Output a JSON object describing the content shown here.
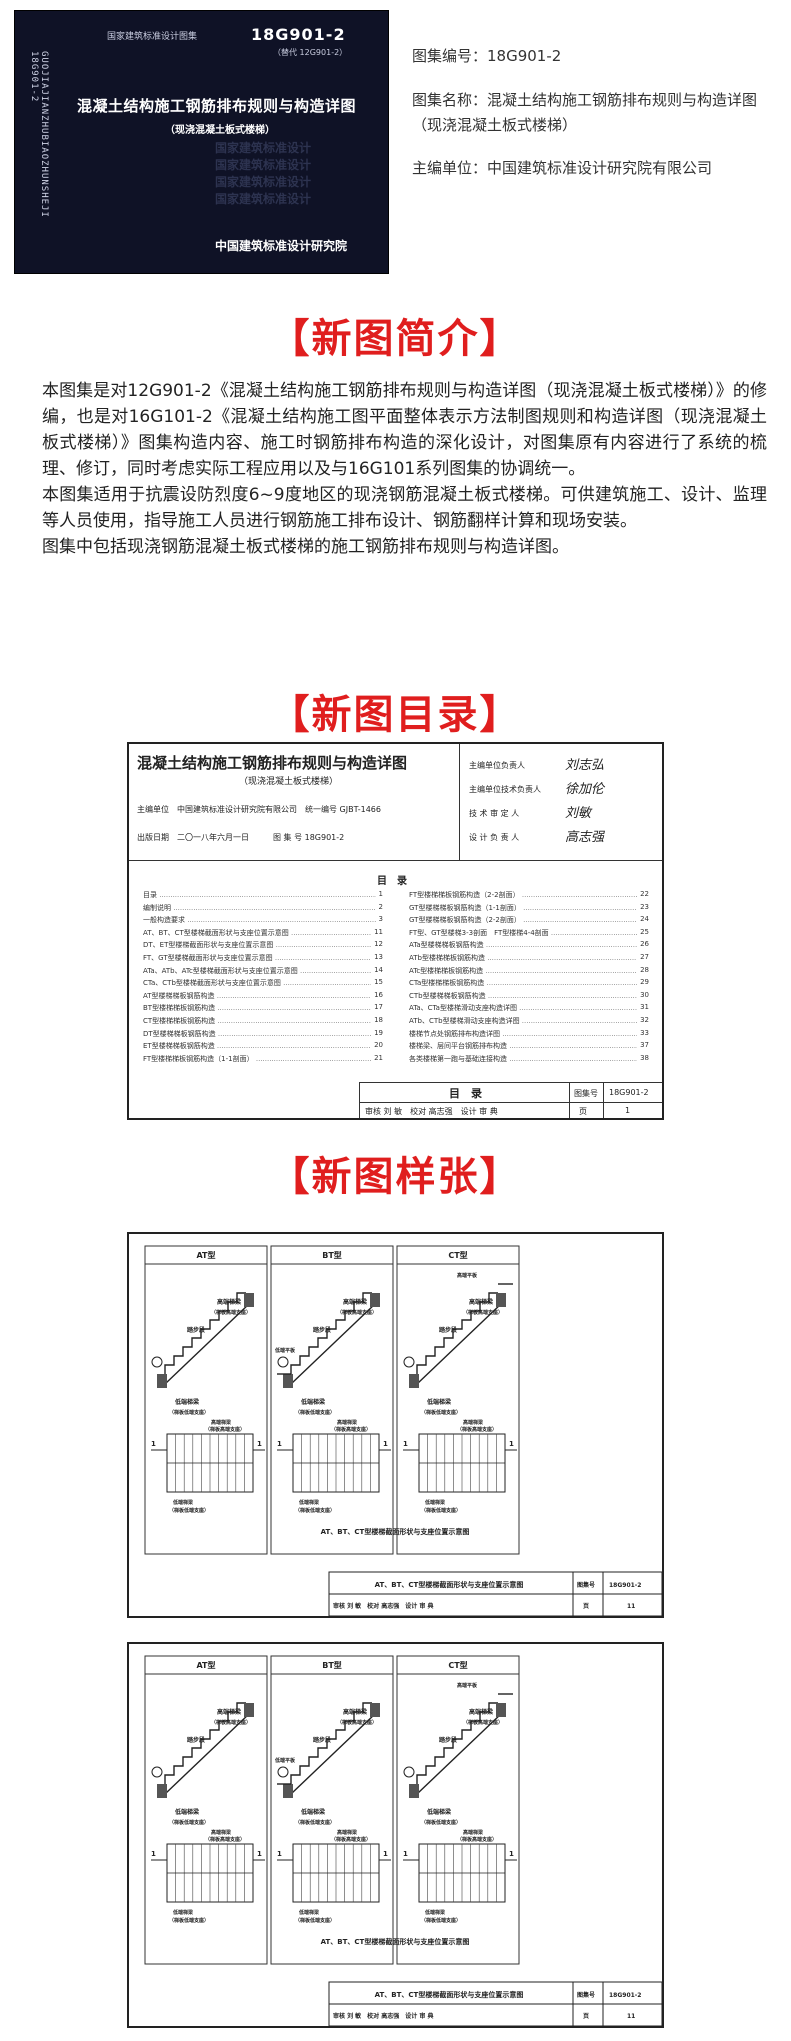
{
  "cover": {
    "spine_text": "GUOJIAJIANZHUBIAOZHUNSHEJI  18G901-2",
    "series_label": "国家建筑标准设计图集",
    "code": "18G901-2",
    "replaced": "（替代 12G901-2）",
    "title": "混凝土结构施工钢筋排布规则与构造详图",
    "subtitle": "（现浇混凝土板式楼梯）",
    "watermark": "国家建筑标准设计",
    "publisher": "中国建筑标准设计研究院"
  },
  "info": {
    "code_line": "图集编号：18G901-2",
    "name_line": "图集名称：混凝土结构施工钢筋排布规则与构造详图（现浇混凝土板式楼梯）",
    "org_line": "主编单位：中国建筑标准设计研究院有限公司"
  },
  "headings": {
    "intro": "【新图简介】",
    "toc": "【新图目录】",
    "samples": "【新图样张】"
  },
  "intro": {
    "p1": "本图集是对12G901-2《混凝土结构施工钢筋排布规则与构造详图（现浇混凝土板式楼梯）》的修编，也是对16G101-2《混凝土结构施工图平面整体表示方法制图规则和构造详图（现浇混凝土板式楼梯）》图集构造内容、施工时钢筋排布构造的深化设计，对图集原有内容进行了系统的梳理、修订，同时考虑实际工程应用以及与16G101系列图集的协调统一。",
    "p2": "本图集适用于抗震设防烈度6~9度地区的现浇钢筋混凝土板式楼梯。可供建筑施工、设计、监理等人员使用，指导施工人员进行钢筋施工排布设计、钢筋翻样计算和现场安装。",
    "p3": "图集中包括现浇钢筋混凝土板式楼梯的施工钢筋排布规则与构造详图。"
  },
  "toc_sheet": {
    "title": "混凝土结构施工钢筋排布规则与构造详图",
    "subtitle": "（现浇混凝土板式楼梯）",
    "org_line": "主编单位　中国建筑标准设计研究院有限公司　统一编号 GJBT-1466",
    "date_line": "出版日期　二〇一八年六月一日　　　图 集 号 18G901-2",
    "roles": [
      "主编单位负责人",
      "主编单位技术负责人",
      "技 术 审 定 人",
      "设 计 负 责 人"
    ],
    "signatures": [
      "刘志弘",
      "徐加伦",
      "刘敏",
      "高志强"
    ],
    "toc_heading": "目　录",
    "left_items": [
      {
        "t": "目录",
        "p": "1"
      },
      {
        "t": "编制说明",
        "p": "2"
      },
      {
        "t": "一般构造要求",
        "p": "3"
      },
      {
        "t": "AT、BT、CT型楼梯截面形状与支座位置示意图",
        "p": "11"
      },
      {
        "t": "DT、ET型楼梯截面形状与支座位置示意图",
        "p": "12"
      },
      {
        "t": "FT、GT型楼梯截面形状与支座位置示意图",
        "p": "13"
      },
      {
        "t": "ATa、ATb、ATc型楼梯截面形状与支座位置示意图",
        "p": "14"
      },
      {
        "t": "CTa、CTb型楼梯截面形状与支座位置示意图",
        "p": "15"
      },
      {
        "t": "AT型楼梯梯板钢筋构造",
        "p": "16"
      },
      {
        "t": "BT型楼梯梯板钢筋构造",
        "p": "17"
      },
      {
        "t": "CT型楼梯梯板钢筋构造",
        "p": "18"
      },
      {
        "t": "DT型楼梯梯板钢筋构造",
        "p": "19"
      },
      {
        "t": "ET型楼梯梯板钢筋构造",
        "p": "20"
      },
      {
        "t": "FT型楼梯梯板钢筋构造（1-1剖面）",
        "p": "21"
      }
    ],
    "right_items": [
      {
        "t": "FT型楼梯梯板钢筋构造（2-2剖面）",
        "p": "22"
      },
      {
        "t": "GT型楼梯梯板钢筋构造（1-1剖面）",
        "p": "23"
      },
      {
        "t": "GT型楼梯梯板钢筋构造（2-2剖面）",
        "p": "24"
      },
      {
        "t": "FT型、GT型楼梯3-3剖面　FT型楼梯4-4剖面",
        "p": "25"
      },
      {
        "t": "ATa型楼梯梯板钢筋构造",
        "p": "26"
      },
      {
        "t": "ATb型楼梯梯板钢筋构造",
        "p": "27"
      },
      {
        "t": "ATc型楼梯梯板钢筋构造",
        "p": "28"
      },
      {
        "t": "CTa型楼梯梯板钢筋构造",
        "p": "29"
      },
      {
        "t": "CTb型楼梯梯板钢筋构造",
        "p": "30"
      },
      {
        "t": "ATa、CTa型楼梯滑动支座构造详图",
        "p": "31"
      },
      {
        "t": "ATb、CTb型楼梯滑动支座构造详图",
        "p": "32"
      },
      {
        "t": "楼梯节点处钢筋排布构造详图",
        "p": "33"
      },
      {
        "t": "楼梯梁、层间平台钢筋排布构造",
        "p": "37"
      },
      {
        "t": "各类楼梯第一跑与基础连接构造",
        "p": "38"
      }
    ],
    "footer_title": "目　录",
    "footer_code_label": "图集号",
    "footer_code": "18G901-2",
    "footer_row": "审核 刘 敏　校对 高志强　设计 审 典",
    "footer_page_label": "页",
    "footer_page": "1"
  },
  "sample_sheet": {
    "panels": [
      "AT型",
      "BT型",
      "CT型"
    ],
    "labels": {
      "step": "踏步段",
      "high_beam": "高端梯梁",
      "high_support": "（梯板高端支座）",
      "low_beam": "低端梯梁",
      "low_support": "（梯板低端支座）",
      "platform": "低端平板",
      "high_platform": "高端平板"
    },
    "section_mark": "1",
    "caption": "AT、BT、CT型楼梯截面形状与支座位置示意图",
    "footer_title": "AT、BT、CT型楼梯截面形状与支座位置示意图",
    "footer_code_label": "图集号",
    "footer_code": "18G901-2",
    "footer_row": "审核 刘 敏　校对 高志强　设计 审 典",
    "footer_page_label": "页",
    "footer_page": "11"
  }
}
